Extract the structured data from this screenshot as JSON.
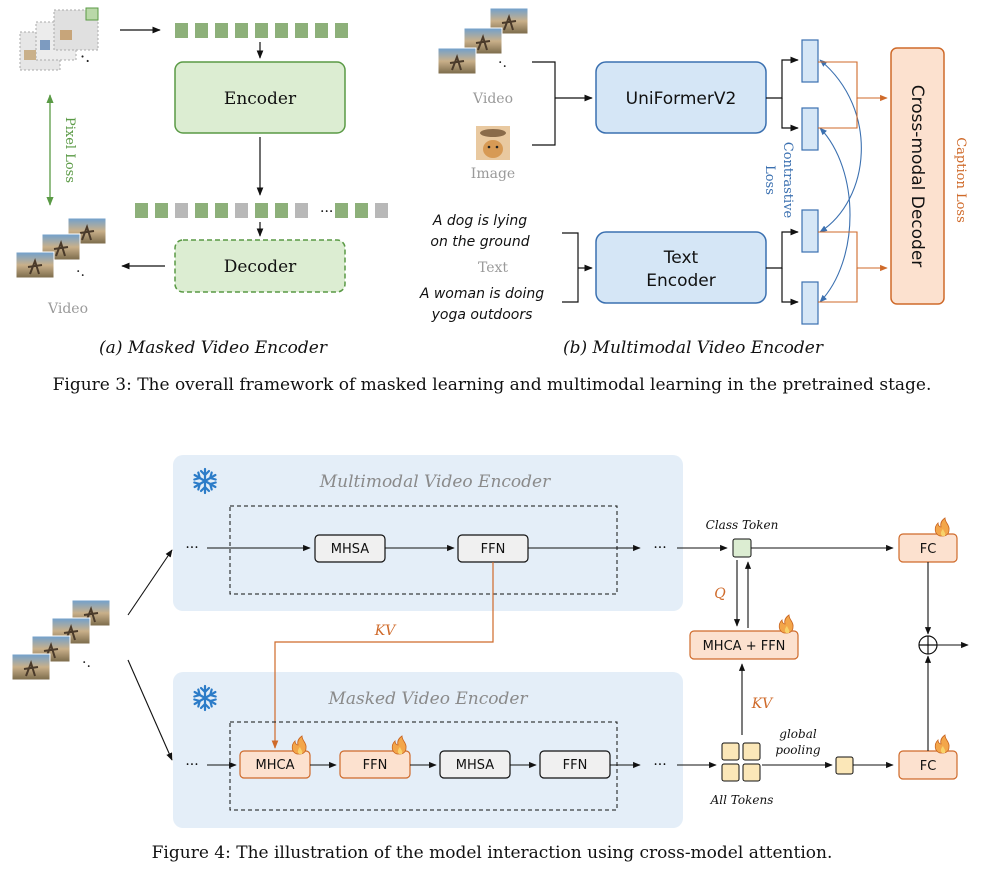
{
  "fig3": {
    "a": {
      "encoder": "Encoder",
      "decoder": "Decoder",
      "pixel_loss": "Pixel Loss",
      "video": "Video",
      "caption": "(a) Masked Video Encoder"
    },
    "b": {
      "video": "Video",
      "image": "Image",
      "uniformer": "UniFormerV2",
      "text_encoder_line1": "Text",
      "text_encoder_line2": "Encoder",
      "text_label": "Text",
      "text1_line1": "A dog is lying",
      "text1_line2": "on the ground",
      "text2_line1": "A woman is doing",
      "text2_line2": "yoga outdoors",
      "contrastive_line1": "Contrastive",
      "contrastive_line2": "Loss",
      "cross_modal_decoder": "Cross-modal Decoder",
      "caption_loss": "Caption Loss",
      "caption": "(b) Multimodal Video Encoder"
    },
    "caption": "Figure 3: The overall framework of masked learning and multimodal learning in the pretrained stage."
  },
  "fig4": {
    "multimodal_title": "Multimodal Video Encoder",
    "masked_title": "Masked Video Encoder",
    "mhsa": "MHSA",
    "ffn": "FFN",
    "mhca": "MHCA",
    "kv": "KV",
    "q": "Q",
    "class_token": "Class Token",
    "mhca_ffn": "MHCA + FFN",
    "fc": "FC",
    "all_tokens": "All Tokens",
    "global": "global",
    "pooling": "pooling",
    "ellipsis": "···",
    "caption": "Figure 4: The illustration of the model interaction using cross-model attention."
  },
  "colors": {
    "green_fill": "#dcedd2",
    "green_stroke": "#5a9a45",
    "token_green": "#8db07a",
    "token_gray": "#b8b8b8",
    "blue_fill": "#d5e6f6",
    "blue_stroke": "#3b70b0",
    "orange_fill": "#fce1cf",
    "orange_stroke": "#cf6a2a",
    "panel_blue": "#e4eef8",
    "gray_text": "#9a9a9a"
  },
  "icons": [
    "snowflake-icon",
    "flame-icon",
    "plus-circle-icon",
    "video-thumbnail-icon",
    "dog-image-icon"
  ]
}
